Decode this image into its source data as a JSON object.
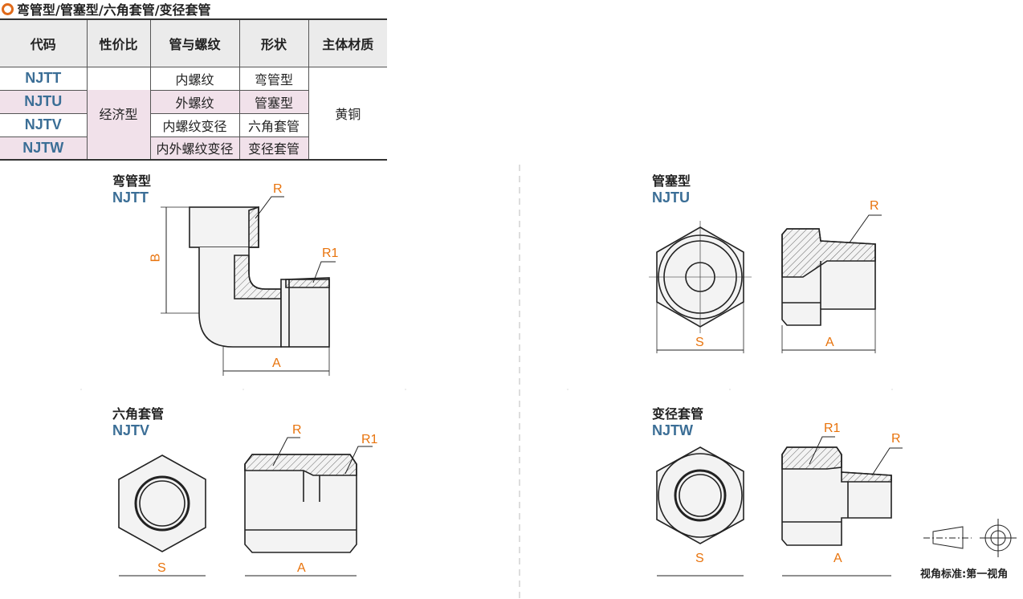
{
  "title": "弯管型/管塞型/六角套管/变径套管",
  "table": {
    "headers": [
      "代码",
      "性价比",
      "管与螺纹",
      "形状",
      "主体材质"
    ],
    "rows": [
      {
        "code": "NJTT",
        "thread": "内螺纹",
        "shape": "弯管型"
      },
      {
        "code": "NJTU",
        "thread": "外螺纹",
        "shape": "管塞型"
      },
      {
        "code": "NJTV",
        "thread": "内螺纹变径",
        "shape": "六角套管"
      },
      {
        "code": "NJTW",
        "thread": "内外螺纹变径",
        "shape": "变径套管"
      }
    ],
    "value": "经济型",
    "material": "黄铜"
  },
  "drawings": [
    {
      "name": "弯管型",
      "code": "NJTT",
      "labels": [
        "R",
        "R1",
        "B",
        "A"
      ]
    },
    {
      "name": "管塞型",
      "code": "NJTU",
      "labels": [
        "R",
        "S",
        "A"
      ]
    },
    {
      "name": "六角套管",
      "code": "NJTV",
      "labels": [
        "R",
        "R1",
        "S",
        "A"
      ]
    },
    {
      "name": "变径套管",
      "code": "NJTW",
      "labels": [
        "R1",
        "R",
        "S",
        "A"
      ]
    }
  ],
  "footer": "视角标准:第一视角",
  "colors": {
    "accent": "#e8730c",
    "code": "#3b6e96"
  }
}
